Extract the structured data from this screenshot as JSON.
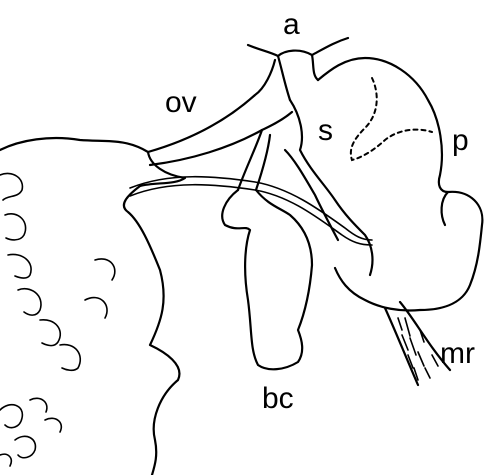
{
  "labels": {
    "a": "a",
    "ov": "ov",
    "s": "s",
    "p": "p",
    "bc": "bc",
    "mr": "mr"
  },
  "colors": {
    "background": "#ffffff",
    "line": "#000000"
  }
}
